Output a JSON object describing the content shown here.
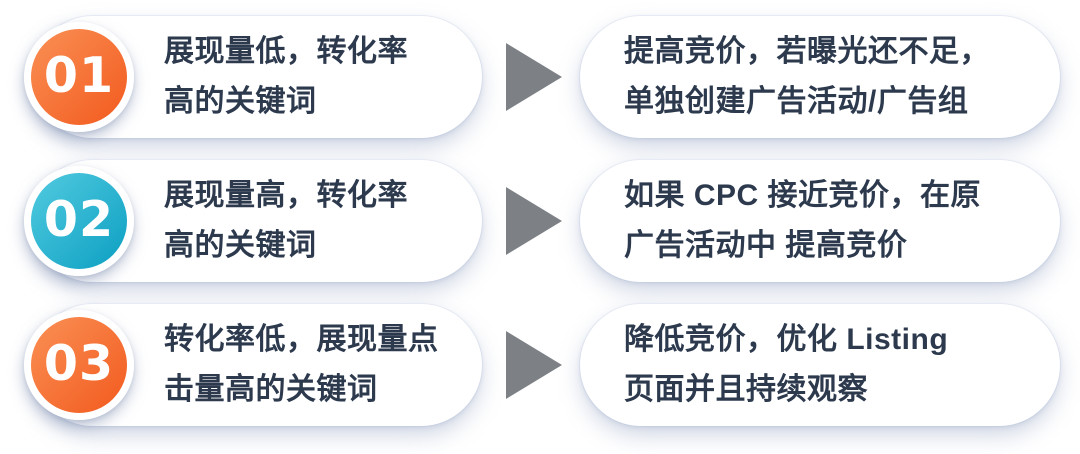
{
  "page": {
    "background_color": "#ffffff",
    "text_color": "#2d3a4e",
    "pill_color": "#ffffff",
    "arrow_color": "#7d8186",
    "rows": [
      {
        "step_number": "01",
        "badge_gradient_start": "#fa9055",
        "badge_gradient_end": "#f25a1e",
        "keyword_line1": "展现量低，转化率",
        "keyword_line2": "高的关键词",
        "action_line1": "提高竞价，若曝光还不足，",
        "action_line2": "单独创建广告活动/广告组"
      },
      {
        "step_number": "02",
        "badge_gradient_start": "#52cbe0",
        "badge_gradient_end": "#0c9fc2",
        "keyword_line1": "展现量高，转化率",
        "keyword_line2": "高的关键词",
        "action_line1": "如果 CPC 接近竞价，在原",
        "action_line2": "广告活动中 提高竞价"
      },
      {
        "step_number": "03",
        "badge_gradient_start": "#fa9055",
        "badge_gradient_end": "#f25a1e",
        "keyword_line1": "转化率低，展现量点",
        "keyword_line2": "击量高的关键词",
        "action_line1": "降低竞价，优化 Listing",
        "action_line2": "页面并且持续观察"
      }
    ]
  }
}
